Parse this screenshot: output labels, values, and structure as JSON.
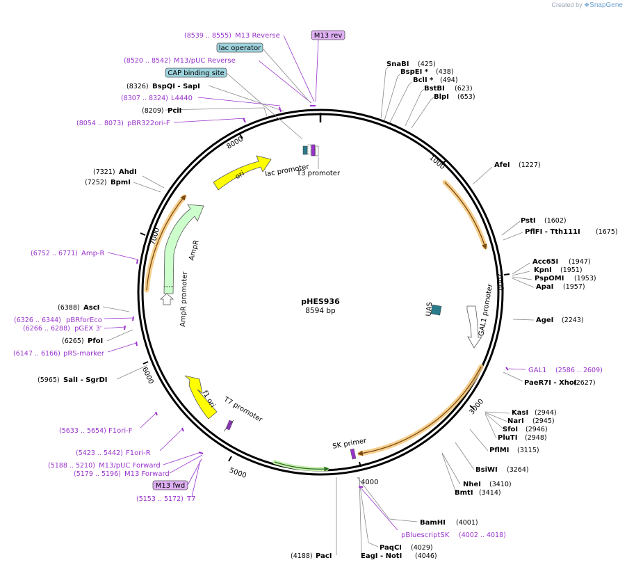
{
  "credit": {
    "prefix": "Created by",
    "brand": "SnapGene"
  },
  "plasmid": {
    "name": "pHES936",
    "size": "8594 bp"
  },
  "enzymes": [
    {
      "name": "SnaBI",
      "pos": "(425)"
    },
    {
      "name": "BspEI *",
      "pos": "(438)"
    },
    {
      "name": "BclI *",
      "pos": "(494)"
    },
    {
      "name": "BstBI",
      "pos": "(623)"
    },
    {
      "name": "BlpI",
      "pos": "(653)"
    },
    {
      "name": "AfeI",
      "pos": "(1227)"
    },
    {
      "name": "PstI",
      "pos": "(1602)"
    },
    {
      "name": "PflFI  - Tth111I",
      "pos": "(1675)"
    },
    {
      "name": "Acc65I",
      "pos": "(1947)"
    },
    {
      "name": "KpnI",
      "pos": "(1951)"
    },
    {
      "name": "PspOMI",
      "pos": "(1953)"
    },
    {
      "name": "ApaI",
      "pos": "(1957)"
    },
    {
      "name": "AgeI",
      "pos": "(2243)"
    },
    {
      "name": "PaeR7I  - XhoI",
      "pos": "(2627)"
    },
    {
      "name": "KasI",
      "pos": "(2944)"
    },
    {
      "name": "NarI",
      "pos": "(2945)"
    },
    {
      "name": "SfoI",
      "pos": "(2946)"
    },
    {
      "name": "PluTI",
      "pos": "(2948)"
    },
    {
      "name": "PflMI",
      "pos": "(3115)"
    },
    {
      "name": "BsiWI",
      "pos": "(3264)"
    },
    {
      "name": "NheI",
      "pos": "(3410)"
    },
    {
      "name": "BmtI",
      "pos": "(3414)"
    },
    {
      "name": "BamHI",
      "pos": "(4001)"
    },
    {
      "name": "PaqCI",
      "pos": "(4029)"
    },
    {
      "name": "EagI  - NotI",
      "pos": "(4046)"
    },
    {
      "name": "PacI",
      "pos": "(4188)"
    },
    {
      "name": "SalI  - SgrDI",
      "pos": "(5965)"
    },
    {
      "name": "PfoI",
      "pos": "(6265)"
    },
    {
      "name": "AscI",
      "pos": "(6388)"
    },
    {
      "name": "BpmI",
      "pos": "(7252)"
    },
    {
      "name": "AhdI",
      "pos": "(7321)"
    },
    {
      "name": "PciI",
      "pos": "(8209)"
    },
    {
      "name": "BspQI  - SapI",
      "pos": "(8326)"
    }
  ],
  "primers": [
    {
      "name": "M13 Reverse",
      "pos": "(8539 .. 8555)"
    },
    {
      "name": "M13/pUC Reverse",
      "pos": "(8520 .. 8542)"
    },
    {
      "name": "L4440",
      "pos": "(8307 .. 8324)"
    },
    {
      "name": "pBR322ori-F",
      "pos": "(8054 .. 8073)"
    },
    {
      "name": "GAL1",
      "pos": "(2586 .. 2609)"
    },
    {
      "name": "pBluescriptSK",
      "pos": "(4002 .. 4018)"
    },
    {
      "name": "Amp-R",
      "pos": "(6752 .. 6771)"
    },
    {
      "name": "pBRforEco",
      "pos": "(6326 .. 6344)"
    },
    {
      "name": "pGEX 3'",
      "pos": "(6266 .. 6288)"
    },
    {
      "name": "pRS-marker",
      "pos": "(6147 .. 6166)"
    },
    {
      "name": "F1ori-F",
      "pos": "(5633 .. 5654)"
    },
    {
      "name": "F1ori-R",
      "pos": "(5423 .. 5442)"
    },
    {
      "name": "M13/pUC Forward",
      "pos": "(5188 .. 5210)"
    },
    {
      "name": "M13 Forward",
      "pos": "(5179 .. 5196)"
    },
    {
      "name": "T7",
      "pos": "(5153 .. 5172)"
    }
  ],
  "boxes": [
    {
      "name": "M13 rev"
    },
    {
      "name": "lac operator"
    },
    {
      "name": "CAP binding site"
    },
    {
      "name": "M13 fwd"
    }
  ],
  "features": {
    "ori": "ori",
    "ampr": "AmpR",
    "ampr_promoter": "AmpR promoter",
    "lac_promoter": "lac promoter",
    "t3_promoter": "T3 promoter",
    "uas": "UAS",
    "gal1_promoter": "GAL1 promoter",
    "f1_ori": "f1 ori",
    "t7_promoter": "T7 promoter",
    "sk_primer": "SK primer"
  },
  "ticks": [
    "1000",
    "2000",
    "3000",
    "4000",
    "5000",
    "6000",
    "7000",
    "8000"
  ],
  "colors": {
    "primer": "#9933cc",
    "ori": "#ffff00",
    "ampr": "#ccffcc",
    "orf": "#f5c77a",
    "box_teal": "#9ed3dd",
    "box_purple": "#e0b0f5",
    "uas": "#2a7a8a"
  }
}
